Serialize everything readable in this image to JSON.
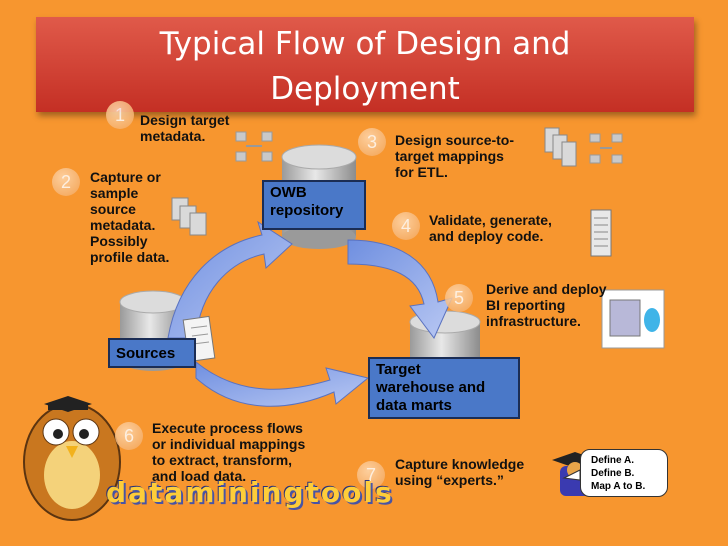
{
  "title_line1": "Typical Flow of Design and",
  "title_line2": "Deployment",
  "steps": [
    {
      "number": "1",
      "text": "Design target\nmetadata."
    },
    {
      "number": "2",
      "text": "Capture or\nsample\nsource\nmetadata.\nPossibly\nprofile data."
    },
    {
      "number": "3",
      "text": "Design source-to-\ntarget mappings\nfor ETL."
    },
    {
      "number": "4",
      "text": "Validate, generate,\nand deploy code."
    },
    {
      "number": "5",
      "text": "Derive and deploy\nBI reporting\ninfrastructure."
    },
    {
      "number": "6",
      "text": "Execute process flows\nor individual mappings\nto extract, transform,\nand load data."
    },
    {
      "number": "7",
      "text": "Capture knowledge\nusing “experts.”"
    }
  ],
  "boxes": {
    "owb": "OWB\nrepository",
    "sources": "Sources",
    "target": "Target\nwarehouse and\ndata marts"
  },
  "callout": {
    "line1": "Define A.",
    "line2": "Define B.",
    "line3": "Map A to B."
  },
  "watermark": "dataminingtools",
  "colors": {
    "background": "#f7962f",
    "title_bar": "#cc3a2c",
    "box_fill": "#4a78c8",
    "arrow_fill": "#8fa8e8",
    "cylinder": "#c8c8c8"
  },
  "icons": [
    "database-cylinder-icon",
    "document-stack-icon",
    "network-diagram-icon",
    "report-dashboard-icon",
    "owl-mascot-icon",
    "expert-figure-icon"
  ]
}
